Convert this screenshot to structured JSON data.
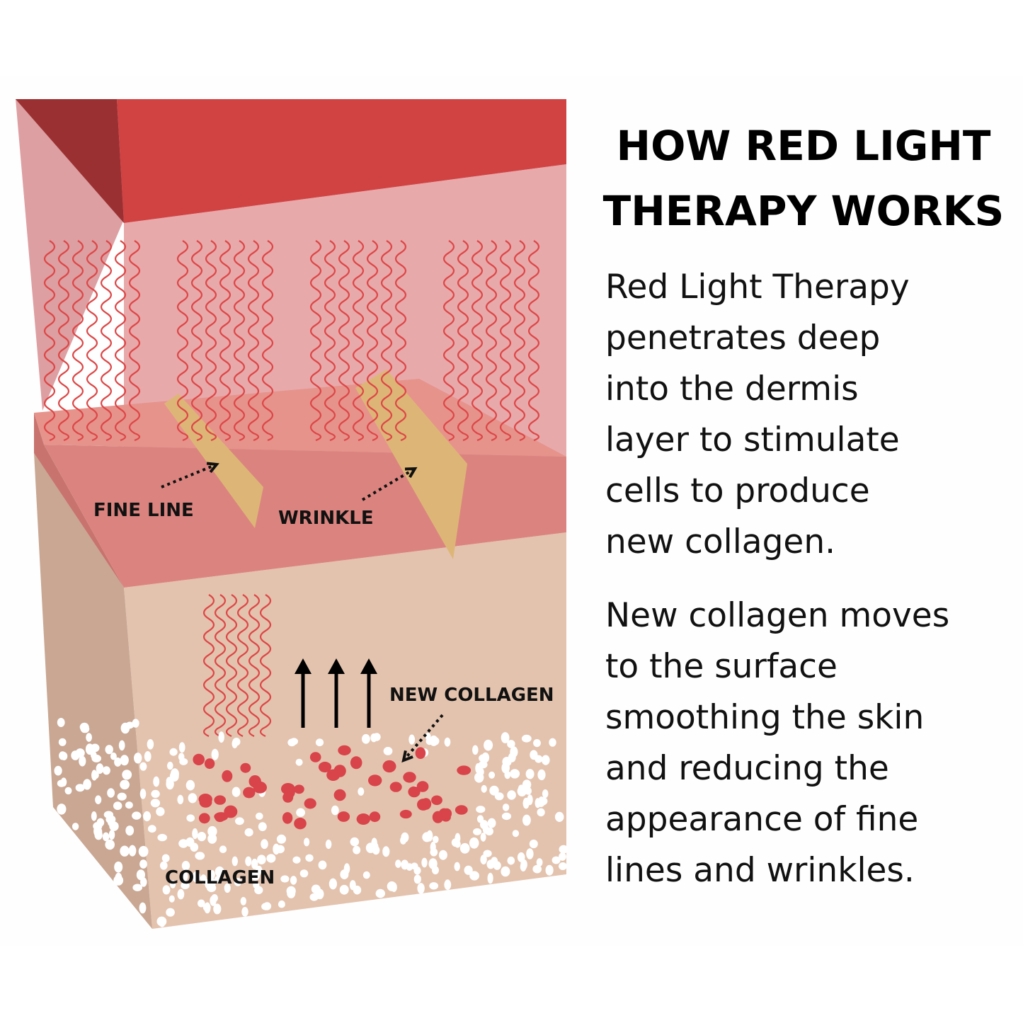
{
  "title": "HOW RED LIGHT THERAPY WORKS",
  "paragraphs": [
    "Red Light Therapy\npenetrates deep\ninto the dermis\nlayer to stimulate\ncells to produce\nnew collagen.",
    "New collagen moves\nto the surface\nsmoothing the skin\nand reducing the\nappearance of fine\nlines and wrinkles."
  ],
  "labels": {
    "fine_line": "FINE LINE",
    "wrinkle": "WRINKLE",
    "new_collagen": "NEW COLLAGEN",
    "collagen": "COLLAGEN"
  },
  "colors": {
    "light_red": "#d14343",
    "light_red_dark": "#9a3032",
    "epidermis": "#e8a9ab",
    "epidermis_side": "#dd9fa2",
    "dermis_top": "#e6938c",
    "dermis_front": "#db847f",
    "dermis_side": "#c8736e",
    "tissue_front": "#e3c3ae",
    "tissue_side": "#c9a793",
    "crease": "#ddb677",
    "wave": "#dd4646",
    "new_collagen_dot": "#d9434a",
    "collagen_dot": "#ffffff"
  }
}
